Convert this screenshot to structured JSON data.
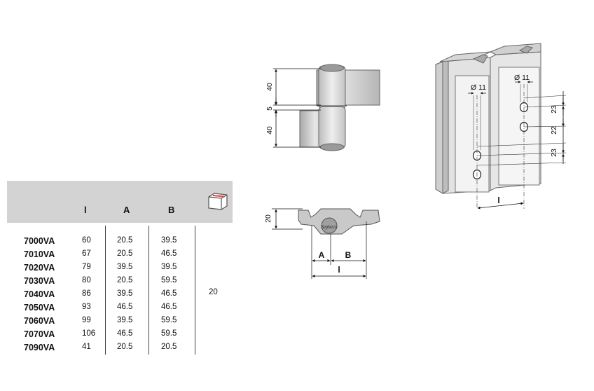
{
  "table": {
    "headers": {
      "l": "l",
      "a": "A",
      "b": "B"
    },
    "packaging_icon": "box-icon",
    "packaging_value": "20",
    "rows": [
      {
        "code": "7000VA",
        "l": "60",
        "a": "20.5",
        "b": "39.5"
      },
      {
        "code": "7010VA",
        "l": "67",
        "a": "20.5",
        "b": "46.5"
      },
      {
        "code": "7020VA",
        "l": "79",
        "a": "39.5",
        "b": "39.5"
      },
      {
        "code": "7030VA",
        "l": "80",
        "a": "20.5",
        "b": "59.5"
      },
      {
        "code": "7040VA",
        "l": "86",
        "a": "39.5",
        "b": "46.5"
      },
      {
        "code": "7050VA",
        "l": "93",
        "a": "46.5",
        "b": "46.5"
      },
      {
        "code": "7060VA",
        "l": "99",
        "a": "39.5",
        "b": "59.5"
      },
      {
        "code": "7070VA",
        "l": "106",
        "a": "46.5",
        "b": "59.5"
      },
      {
        "code": "7090VA",
        "l": "41",
        "a": "20.5",
        "b": "20.5"
      }
    ]
  },
  "hinge_front": {
    "dim_top": "40",
    "dim_gap": "5",
    "dim_bottom": "40"
  },
  "hinge_top": {
    "dim_height": "20",
    "label_a": "A",
    "label_b": "B",
    "label_l": "l",
    "brand": "Sepheco"
  },
  "profile": {
    "hole_left": "Ø 11",
    "hole_right": "Ø 11",
    "dim_1": "23",
    "dim_2": "22",
    "dim_3": "23",
    "dim_l": "l"
  },
  "colors": {
    "header_bg": "#d3d3d3",
    "metal": "#c9c9c9",
    "accent": "#e0443a"
  }
}
